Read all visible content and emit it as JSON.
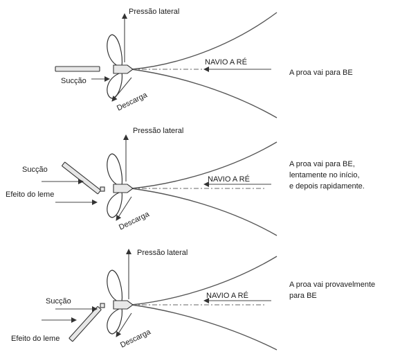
{
  "panels": [
    {
      "id": "top",
      "lateral_pressure": "Pressão lateral",
      "ship_astern": "NAVIO A RÉ",
      "suction": "Sucção",
      "rudder_effect": "",
      "discharge": "Descarga",
      "note_lines": [
        "A proa vai para BE"
      ]
    },
    {
      "id": "middle",
      "lateral_pressure": "Pressão lateral",
      "ship_astern": "NAVIO A RÉ",
      "suction": "Sucção",
      "rudder_effect": "Efeito do leme",
      "discharge": "Descarga",
      "note_lines": [
        "A proa vai para BE,",
        "lentamente no início,",
        "e depois rapidamente."
      ]
    },
    {
      "id": "bottom",
      "lateral_pressure": "Pressão lateral",
      "ship_astern": "NAVIO A RÉ",
      "suction": "Sucção",
      "rudder_effect": "Efeito do leme",
      "discharge": "Descarga",
      "note_lines": [
        "A proa vai provavelmente",
        "para BE"
      ]
    }
  ]
}
